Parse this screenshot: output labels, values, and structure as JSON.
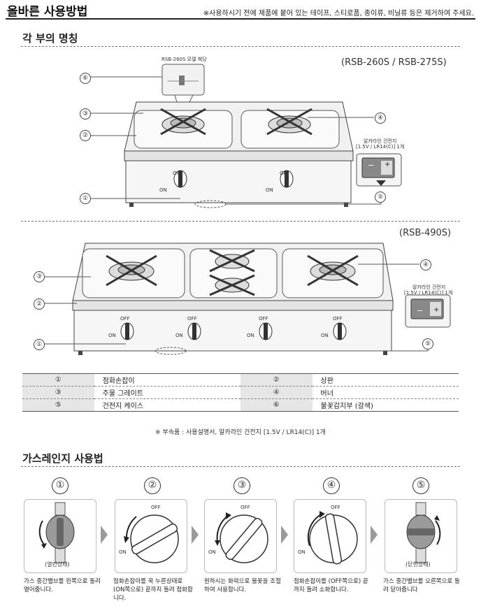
{
  "header": {
    "title": "올바른 사용방법",
    "note": "※사용하시기 전에 제품에 붙어 있는 테이프, 스티로폼, 종이류, 비닐류 등은 제거하여 주세요."
  },
  "parts_section": {
    "title": "각 부의 명칭",
    "top_model": "(RSB-260S / RSB-275S)",
    "bottom_model": "(RSB-490S)",
    "model_note": "RSB-260S 모델 해당",
    "battery_label_line1": "알카라인 건전지",
    "battery_label_line2": "[1.5V / LR14(C)] 1개",
    "battery_minus": "−",
    "battery_plus": "+",
    "knob_off": "OFF",
    "knob_on": "ON",
    "callouts": {
      "c1": "①",
      "c2": "②",
      "c3": "③",
      "c4": "④",
      "c5": "⑤",
      "c6": "⑥"
    }
  },
  "parts_table": {
    "rows": [
      [
        {
          "num": "①",
          "name": "점화손잡이"
        },
        {
          "num": "②",
          "name": "상판"
        }
      ],
      [
        {
          "num": "③",
          "name": "주물 그레이트"
        },
        {
          "num": "④",
          "name": "버너"
        }
      ],
      [
        {
          "num": "⑤",
          "name": "건전지 케이스"
        },
        {
          "num": "⑥",
          "name": "불꽃감지부 (갈색)"
        }
      ]
    ],
    "accessories": "※ 부속품 : 사용설명서, 알카라인 건전지 [1.5V / LR14(C)] 1개"
  },
  "usage_section": {
    "title": "가스레인지 사용법",
    "steps": [
      {
        "num": "①",
        "status": "(열린상태)",
        "text": "가스 중간밸브를 왼쪽으로 돌려 열어줍니다."
      },
      {
        "num": "②",
        "off": "OFF",
        "on": "ON",
        "text": "점화손잡이를 꾹 누른상태로 (ON쪽으로) 끝까지 돌려 점화합니다."
      },
      {
        "num": "③",
        "off": "OFF",
        "on": "ON",
        "text": "원하시는 화력으로 불꽃을 조절하여 사용합니다."
      },
      {
        "num": "④",
        "off": "OFF",
        "on": "ON",
        "text": "점화손잡이를 (OFF쪽으로) 끝까지 돌려 소화합니다."
      },
      {
        "num": "⑤",
        "status": "(닫힌상태)",
        "text": "가스 중간밸브를 오른쪽으로 돌려 닫아줍니다"
      }
    ]
  }
}
